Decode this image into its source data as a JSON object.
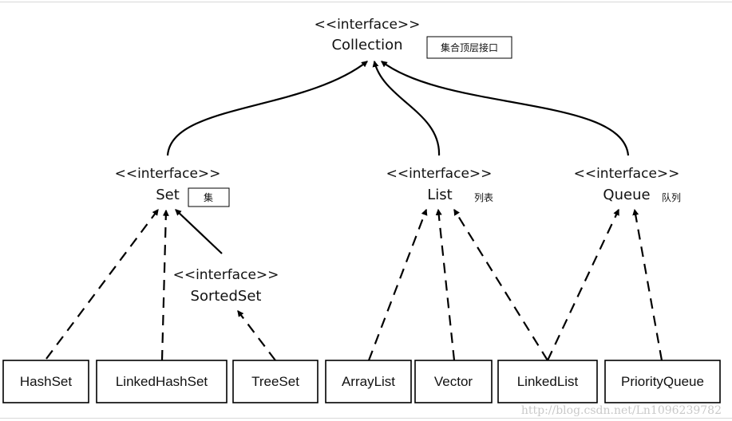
{
  "interfaces": {
    "collection": {
      "stereotype": "<<interface>>",
      "name": "Collection",
      "note": "集合顶层接口"
    },
    "set": {
      "stereotype": "<<interface>>",
      "name": "Set",
      "note": "集"
    },
    "list": {
      "stereotype": "<<interface>>",
      "name": "List",
      "note": "列表"
    },
    "queue": {
      "stereotype": "<<interface>>",
      "name": "Queue",
      "note": "队列"
    },
    "sortedset": {
      "stereotype": "<<interface>>",
      "name": "SortedSet"
    }
  },
  "classes": {
    "hashset": "HashSet",
    "linkedhashset": "LinkedHashSet",
    "treeset": "TreeSet",
    "arraylist": "ArrayList",
    "vector": "Vector",
    "linkedlist": "LinkedList",
    "priorityqueue": "PriorityQueue"
  },
  "watermark": "http://blog.csdn.net/Ln1096239782",
  "colors": {
    "line": "#000000",
    "background": "#ffffff",
    "frame": "#d8d8d8",
    "watermark": "#c9c9c9"
  }
}
